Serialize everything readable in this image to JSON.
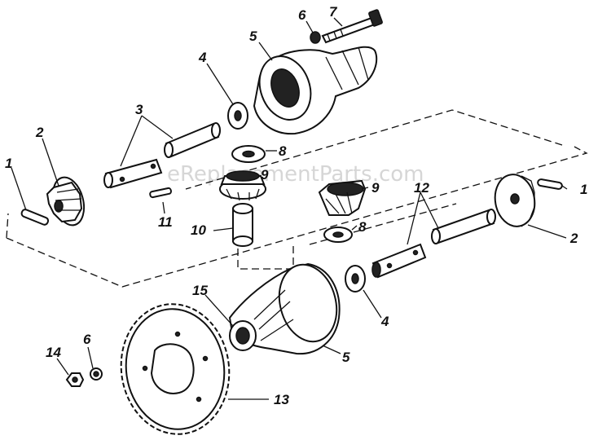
{
  "watermark": "eReplacementParts.com",
  "callouts": [
    {
      "id": "c1-left",
      "text": "1"
    },
    {
      "id": "c2-left",
      "text": "2"
    },
    {
      "id": "c3",
      "text": "3"
    },
    {
      "id": "c4-top",
      "text": "4"
    },
    {
      "id": "c5-top",
      "text": "5"
    },
    {
      "id": "c6-top",
      "text": "6"
    },
    {
      "id": "c7",
      "text": "7"
    },
    {
      "id": "c8-top",
      "text": "8"
    },
    {
      "id": "c9-top",
      "text": "9"
    },
    {
      "id": "c11",
      "text": "11"
    },
    {
      "id": "c10",
      "text": "10"
    },
    {
      "id": "c9-right",
      "text": "9"
    },
    {
      "id": "c12",
      "text": "12"
    },
    {
      "id": "c8-right",
      "text": "8"
    },
    {
      "id": "c1-right",
      "text": "1"
    },
    {
      "id": "c2-right",
      "text": "2"
    },
    {
      "id": "c15",
      "text": "15"
    },
    {
      "id": "c4-bottom",
      "text": "4"
    },
    {
      "id": "c5-bottom",
      "text": "5"
    },
    {
      "id": "c14",
      "text": "14"
    },
    {
      "id": "c6-bottom",
      "text": "6"
    },
    {
      "id": "c13",
      "text": "13"
    }
  ]
}
